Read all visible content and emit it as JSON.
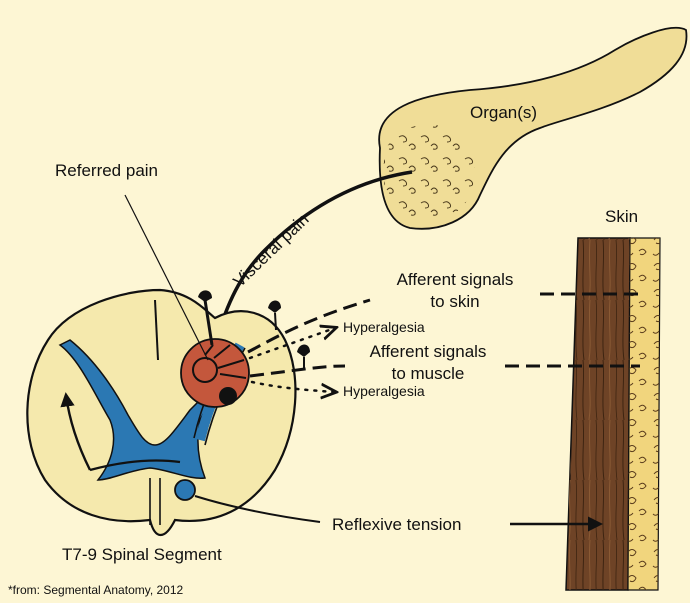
{
  "labels": {
    "organ": "Organ(s)",
    "referred_pain": "Referred pain",
    "visceral_pain": "Visceral pain",
    "skin": "Skin",
    "afferent_skin_line1": "Afferent signals",
    "afferent_skin_line2": "to skin",
    "afferent_muscle_line1": "Afferent signals",
    "afferent_muscle_line2": "to muscle",
    "hyperalgesia_1": "Hyperalgesia",
    "hyperalgesia_2": "Hyperalgesia",
    "reflexive_tension": "Reflexive tension",
    "segment": "T7-9 Spinal Segment",
    "source": "*from: Segmental Anatomy, 2012"
  },
  "colors": {
    "background": "#fdf6d4",
    "cord": "#f5e9ad",
    "grey_matter": "#2b78b3",
    "nucleus": "#c4573c",
    "skin_dermis": "#6e4326",
    "skin_fat": "#f1d57d",
    "organ": "#f0dd97",
    "ink": "#111111"
  }
}
